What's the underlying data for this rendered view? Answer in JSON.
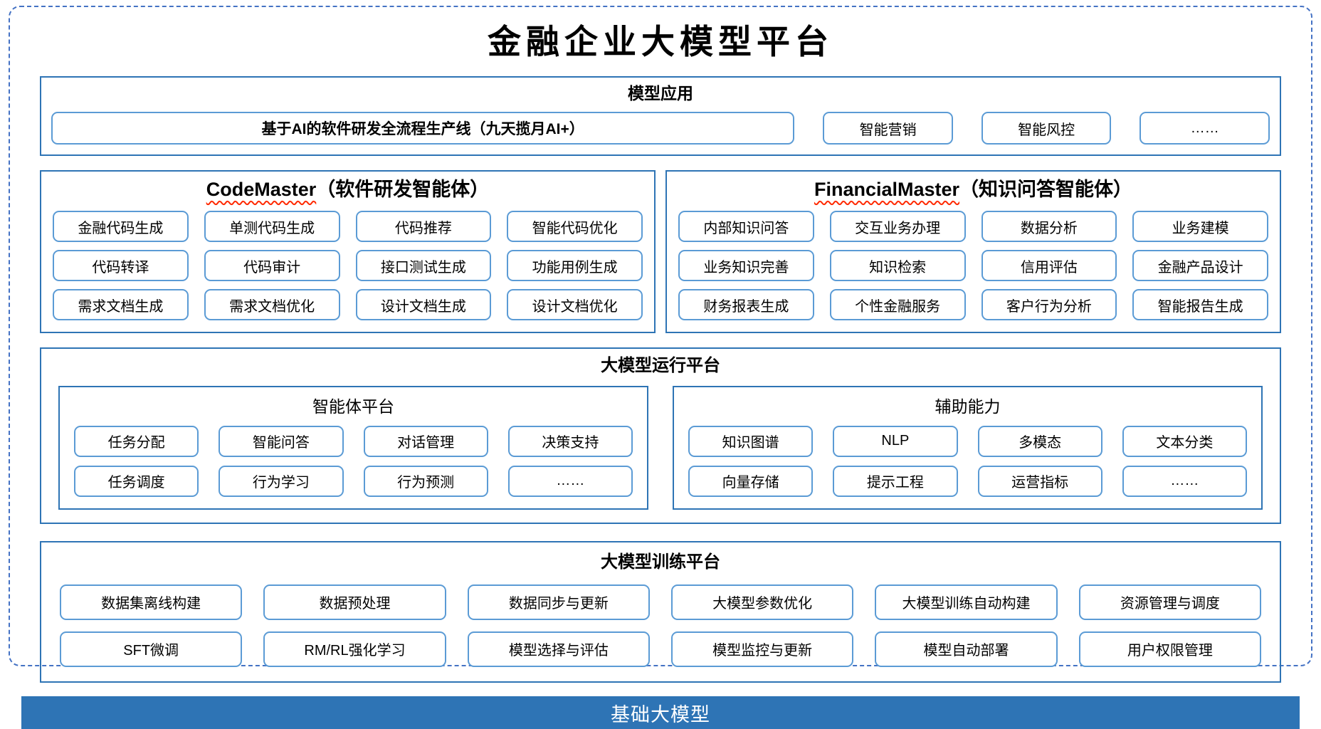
{
  "title": "金融企业大模型平台",
  "colors": {
    "section_border": "#2E74B5",
    "button_border": "#5B9BD5",
    "frame_border_dashed": "#4472C4",
    "base_bar_bg": "#2E74B5",
    "squiggle_underline": "#FF2A00"
  },
  "model_app": {
    "header": "模型应用",
    "pipeline": "基于AI的软件研发全流程生产线（九天揽月AI+）",
    "buttons": [
      "智能营销",
      "智能风控",
      "……"
    ]
  },
  "code_master": {
    "title_en": "CodeMaster",
    "title_zh": "（软件研发智能体）",
    "items": [
      "金融代码生成",
      "单测代码生成",
      "代码推荐",
      "智能代码优化",
      "代码转译",
      "代码审计",
      "接口测试生成",
      "功能用例生成",
      "需求文档生成",
      "需求文档优化",
      "设计文档生成",
      "设计文档优化"
    ]
  },
  "financial_master": {
    "title_en": "FinancialMaster",
    "title_zh": "（知识问答智能体）",
    "items": [
      "内部知识问答",
      "交互业务办理",
      "数据分析",
      "业务建模",
      "业务知识完善",
      "知识检索",
      "信用评估",
      "金融产品设计",
      "财务报表生成",
      "个性金融服务",
      "客户行为分析",
      "智能报告生成"
    ]
  },
  "runtime": {
    "header": "大模型运行平台",
    "agent_platform": {
      "header": "智能体平台",
      "items": [
        "任务分配",
        "智能问答",
        "对话管理",
        "决策支持",
        "任务调度",
        "行为学习",
        "行为预测",
        "……"
      ]
    },
    "aux_capability": {
      "header": "辅助能力",
      "items": [
        "知识图谱",
        "NLP",
        "多模态",
        "文本分类",
        "向量存储",
        "提示工程",
        "运营指标",
        "……"
      ]
    }
  },
  "training": {
    "header": "大模型训练平台",
    "items": [
      "数据集离线构建",
      "数据预处理",
      "数据同步与更新",
      "大模型参数优化",
      "大模型训练自动构建",
      "资源管理与调度",
      "SFT微调",
      "RM/RL强化学习",
      "模型选择与评估",
      "模型监控与更新",
      "模型自动部署",
      "用户权限管理"
    ]
  },
  "base_model": {
    "label": "基础大模型"
  }
}
